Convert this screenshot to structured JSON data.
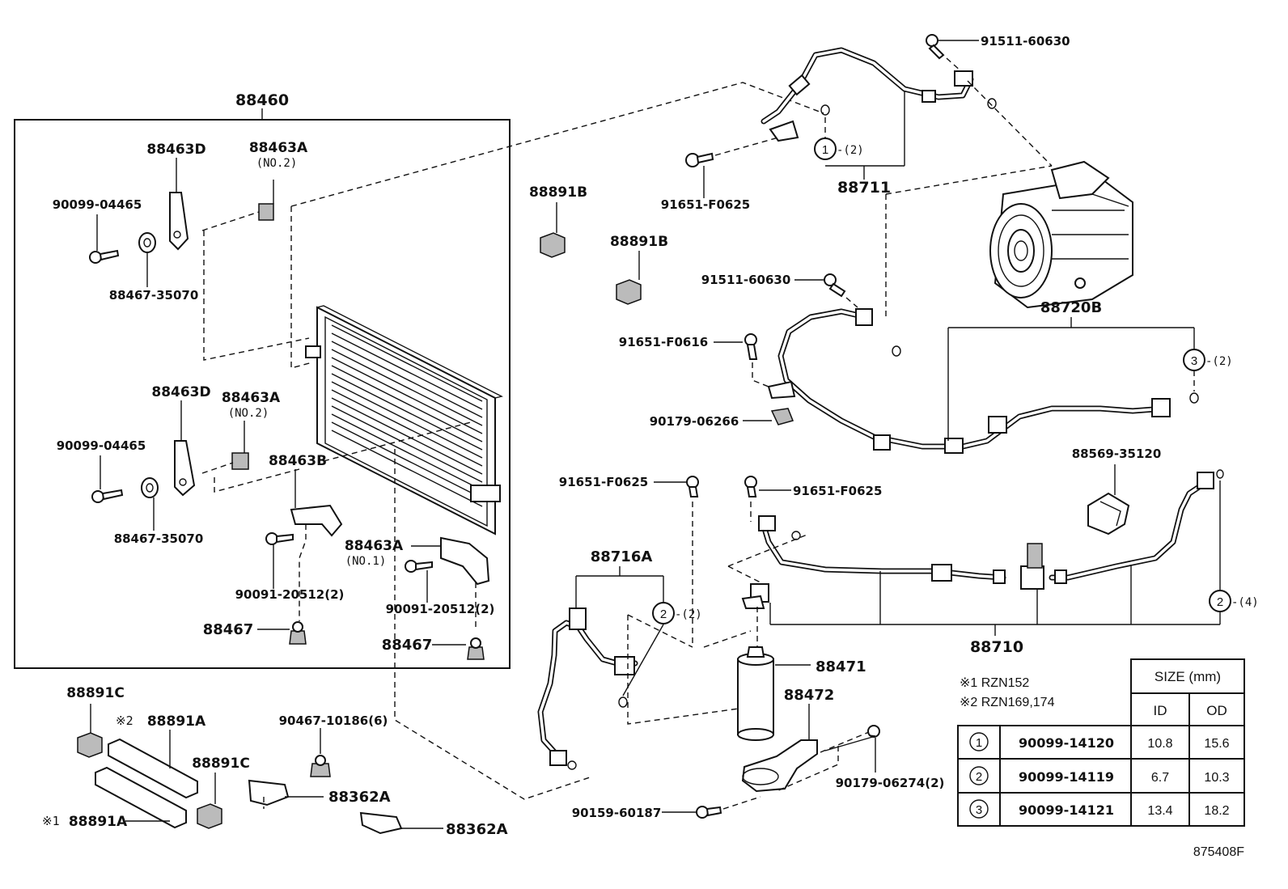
{
  "labels": {
    "p88460": "88460",
    "p88463D_top": "88463D",
    "p88463A_top": "88463A",
    "no2_top": "(NO.2)",
    "p90099_04465_top": "90099-04465",
    "p88467_35070_top": "88467-35070",
    "p88463D_mid": "88463D",
    "p88463A_mid": "88463A",
    "no2_mid": "(NO.2)",
    "p90099_04465_mid": "90099-04465",
    "p88463B": "88463B",
    "p88467_35070_mid": "88467-35070",
    "p88463A_no1": "88463A",
    "no1": "(NO.1)",
    "p90091_20512_left": "90091-20512(2)",
    "p90091_20512_right": "90091-20512(2)",
    "p88467_left": "88467",
    "p88467_right": "88467",
    "p88891B_top": "88891B",
    "p88891B_second": "88891B",
    "p91651_F0625_top": "91651-F0625",
    "p88711": "88711",
    "c1_qty_top": "-(2)",
    "p91511_60630_top": "91511-60630",
    "p91511_60630_mid": "91511-60630",
    "p88720B": "88720B",
    "p91651_F0616": "91651-F0616",
    "c3_qty": "-(2)",
    "p90179_06266": "90179-06266",
    "p88569_35120": "88569-35120",
    "p91651_F0625_left": "91651-F0625",
    "p91651_F0625_right": "91651-F0625",
    "p88716A": "88716A",
    "c2_qty_left": "-(2)",
    "c2_qty_right": "-(4)",
    "p88710": "88710",
    "p88471": "88471",
    "p88472": "88472",
    "p88891C_left": "88891C",
    "p88891A_top": "88891A",
    "p88891C_right": "88891C",
    "p88891A_bottom": "88891A",
    "p90467_10186": "90467-10186(6)",
    "p88362A_top": "88362A",
    "p88362A_bottom": "88362A",
    "p90179_06274": "90179-06274(2)",
    "p90159_60187": "90159-60187",
    "note1_mark": "※1",
    "note2_mark": "※2",
    "ref": "875408F"
  },
  "circles": {
    "c1": "1",
    "c2": "2",
    "c3": "3"
  },
  "legend": {
    "note1": "※1 RZN152",
    "note2": "※2 RZN169,174"
  },
  "table": {
    "size_header": "SIZE (mm)",
    "col_id": "ID",
    "col_od": "OD",
    "rows": [
      {
        "key": "1",
        "part": "90099-14120",
        "id": "10.8",
        "od": "15.6"
      },
      {
        "key": "2",
        "part": "90099-14119",
        "id": "6.7",
        "od": "10.3"
      },
      {
        "key": "3",
        "part": "90099-14121",
        "id": "13.4",
        "od": "18.2"
      }
    ]
  }
}
